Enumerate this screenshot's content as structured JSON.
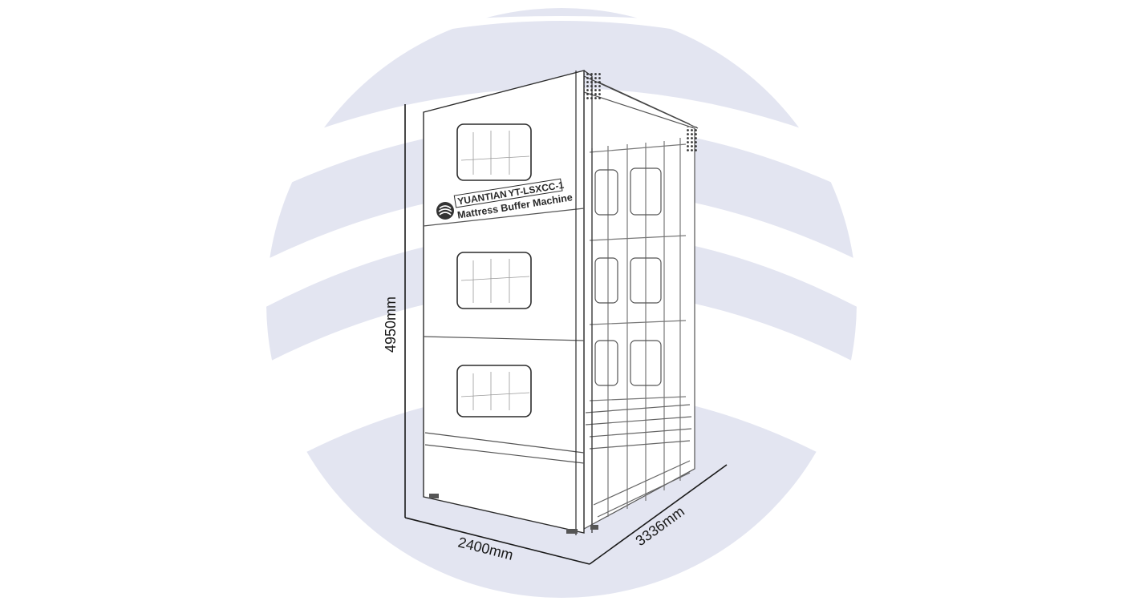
{
  "machine": {
    "brand": "YUANTIAN",
    "model": "YT-LSXCC-1",
    "name": "Mattress Buffer Machine"
  },
  "dimensions": {
    "height": "4950mm",
    "width": "2400mm",
    "depth": "3336mm"
  },
  "colors": {
    "background_shape": "#e3e5f1",
    "line": "#1a1a1a"
  },
  "icons": {
    "logo": "yuantian-logo-icon"
  }
}
